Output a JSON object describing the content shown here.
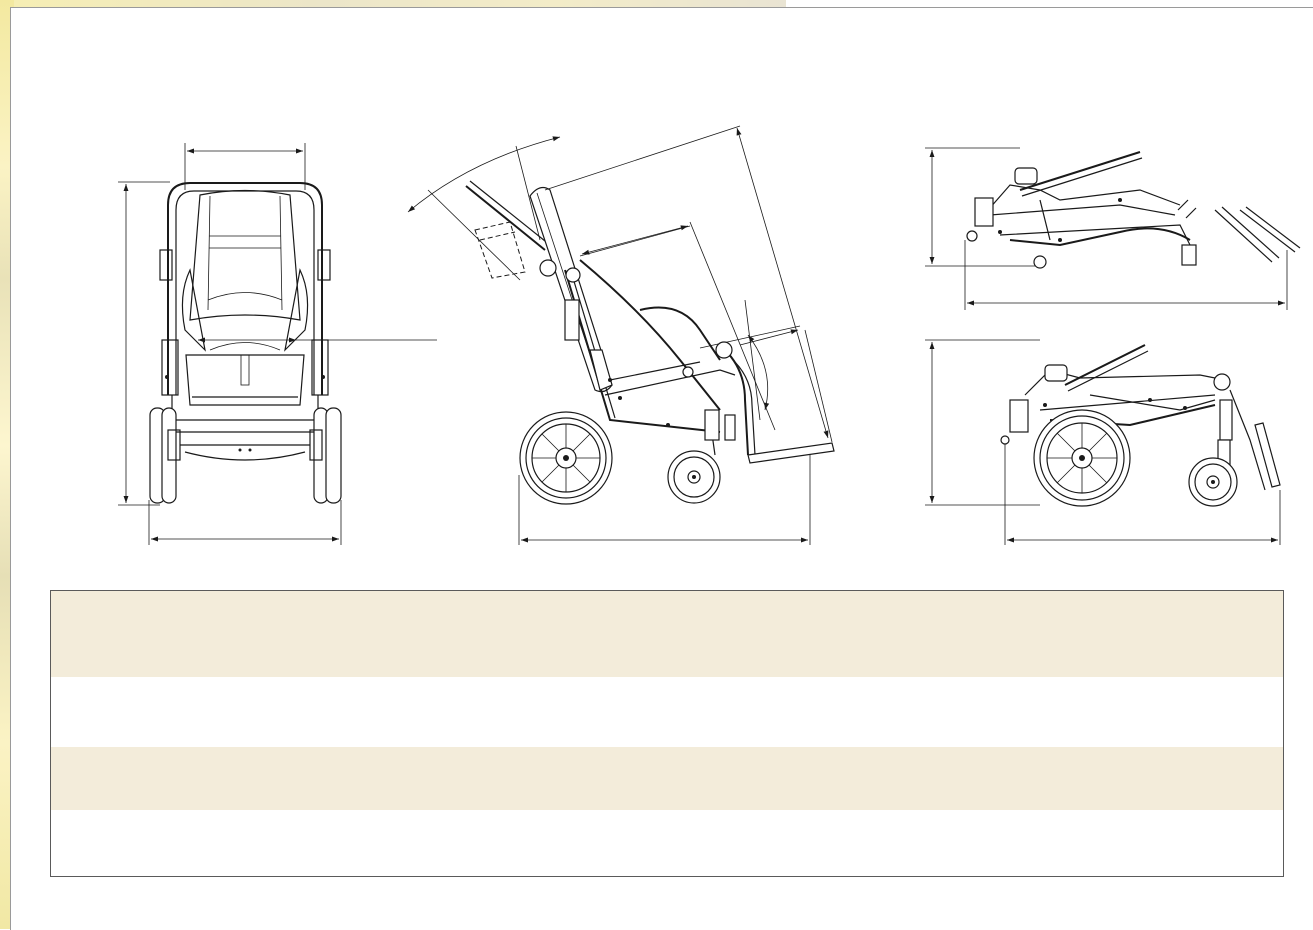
{
  "figure": {
    "views": [
      {
        "name": "front-view",
        "label": ""
      },
      {
        "name": "side-view",
        "label": ""
      },
      {
        "name": "folded-view-top",
        "label": ""
      },
      {
        "name": "folded-view-bottom",
        "label": ""
      }
    ],
    "dimension_labels": []
  },
  "spec_table": {
    "rows": [
      {
        "label": "",
        "value": ""
      },
      {
        "label": "",
        "value": ""
      },
      {
        "label": "",
        "value": ""
      },
      {
        "label": "",
        "value": ""
      }
    ]
  },
  "colors": {
    "line": "#1a1a1a",
    "row_shade": "#f3ecda",
    "table_border": "#5a5a5a",
    "background_tint": "#f3e9a0"
  }
}
